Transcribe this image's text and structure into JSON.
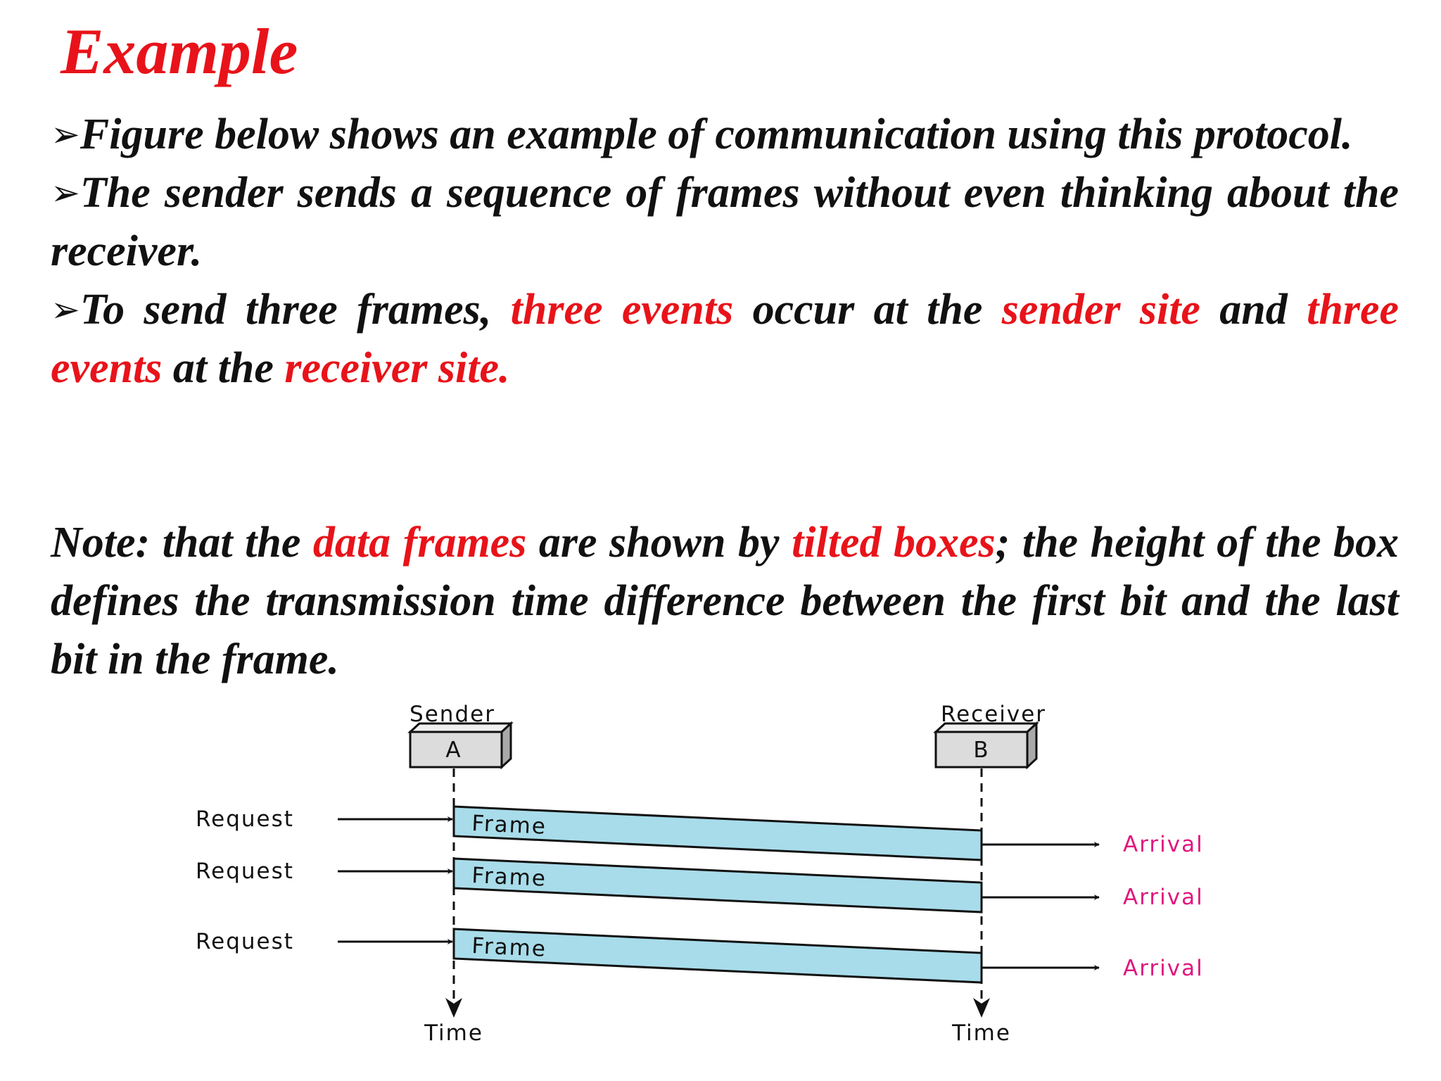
{
  "title": "Example",
  "bullets": [
    {
      "marker": "➢",
      "parts": [
        {
          "text": "Figure below shows an example of communication using this protocol.",
          "highlight": false
        }
      ]
    },
    {
      "marker": "➢",
      "parts": [
        {
          "text": "The sender sends a sequence of frames without even thinking about the receiver.",
          "highlight": false
        }
      ]
    },
    {
      "marker": "➢",
      "parts": [
        {
          "text": "To send three frames, ",
          "highlight": false
        },
        {
          "text": "three events",
          "highlight": true
        },
        {
          "text": " occur at the ",
          "highlight": false
        },
        {
          "text": "sender site",
          "highlight": true
        },
        {
          "text": " and ",
          "highlight": false
        },
        {
          "text": "three events",
          "highlight": true
        },
        {
          "text": " at the ",
          "highlight": false
        },
        {
          "text": "receiver site.",
          "highlight": true
        }
      ]
    }
  ],
  "note": {
    "parts": [
      {
        "text": "Note: that the ",
        "highlight": false
      },
      {
        "text": "data frames",
        "highlight": true
      },
      {
        "text": " are shown by ",
        "highlight": false
      },
      {
        "text": "tilted boxes",
        "highlight": true
      },
      {
        "text": "; the height of the box defines the transmission time difference between the first bit and the last bit in the frame.",
        "highlight": false
      }
    ]
  },
  "diagram": {
    "sender": {
      "title": "Sender",
      "box_label": "A",
      "time_label": "Time"
    },
    "receiver": {
      "title": "Receiver",
      "box_label": "B",
      "time_label": "Time"
    },
    "events": [
      {
        "request": "Request",
        "frame": "Frame",
        "arrival": "Arrival"
      },
      {
        "request": "Request",
        "frame": "Frame",
        "arrival": "Arrival"
      },
      {
        "request": "Request",
        "frame": "Frame",
        "arrival": "Arrival"
      }
    ]
  },
  "colors": {
    "highlight": "#e8131a",
    "text": "#111111",
    "frame_fill": "#a8dcea",
    "arrival": "#e0177d",
    "node_box": "#dcdcdc"
  }
}
